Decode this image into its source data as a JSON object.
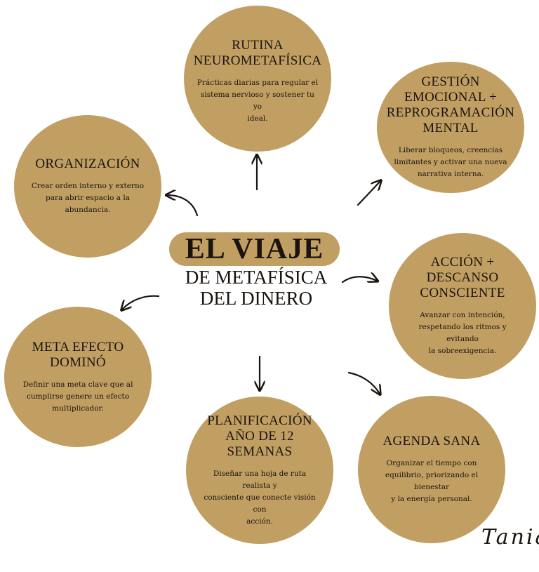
{
  "title": {
    "main": "EL VIAJE",
    "subtitle": "DE METAFÍSICA\nDEL DINERO"
  },
  "nodes": [
    {
      "id": "rutina",
      "title": "RUTINA\nNEUROMETAFÍSICA",
      "desc": "Prácticas diarias para regular el\nsistema nervioso y sostener tu yo\nideal."
    },
    {
      "id": "gestion",
      "title": "GESTIÓN\nEMOCIONAL +\nREPROGRAMACIÓN\nMENTAL",
      "desc": "Liberar bloqueos, creencias\nlimitantes y activar una nueva\nnarrativa interna."
    },
    {
      "id": "organizacion",
      "title": "ORGANIZACIÓN",
      "desc": "Crear orden interno y externo\npara abrir espacio a la\nabundancia."
    },
    {
      "id": "accion",
      "title": "ACCIÓN +\nDESCANSO\nCONSCIENTE",
      "desc": "Avanzar con intención,\nrespetando los ritmos y evitando\nla sobreexigencia."
    },
    {
      "id": "meta",
      "title": "META EFECTO\nDOMINÓ",
      "desc": "Definir una meta clave que al\ncumplirse genere un efecto\nmultiplicador."
    },
    {
      "id": "planificacion",
      "title": "PLANIFICACIÓN\nAÑO DE 12\nSEMANAS",
      "desc": "Diseñar una hoja de ruta realista y\nconsciente que conecte visión con\nacción."
    },
    {
      "id": "agenda",
      "title": "AGENDA SANA",
      "desc": "Organizar el tiempo con\nequilibrio, priorizando el bienestar\ny la energía personal."
    }
  ],
  "signature": "Tania",
  "colors": {
    "circle": "#c19f62",
    "text": "#1a1410",
    "background": "#ffffff"
  }
}
